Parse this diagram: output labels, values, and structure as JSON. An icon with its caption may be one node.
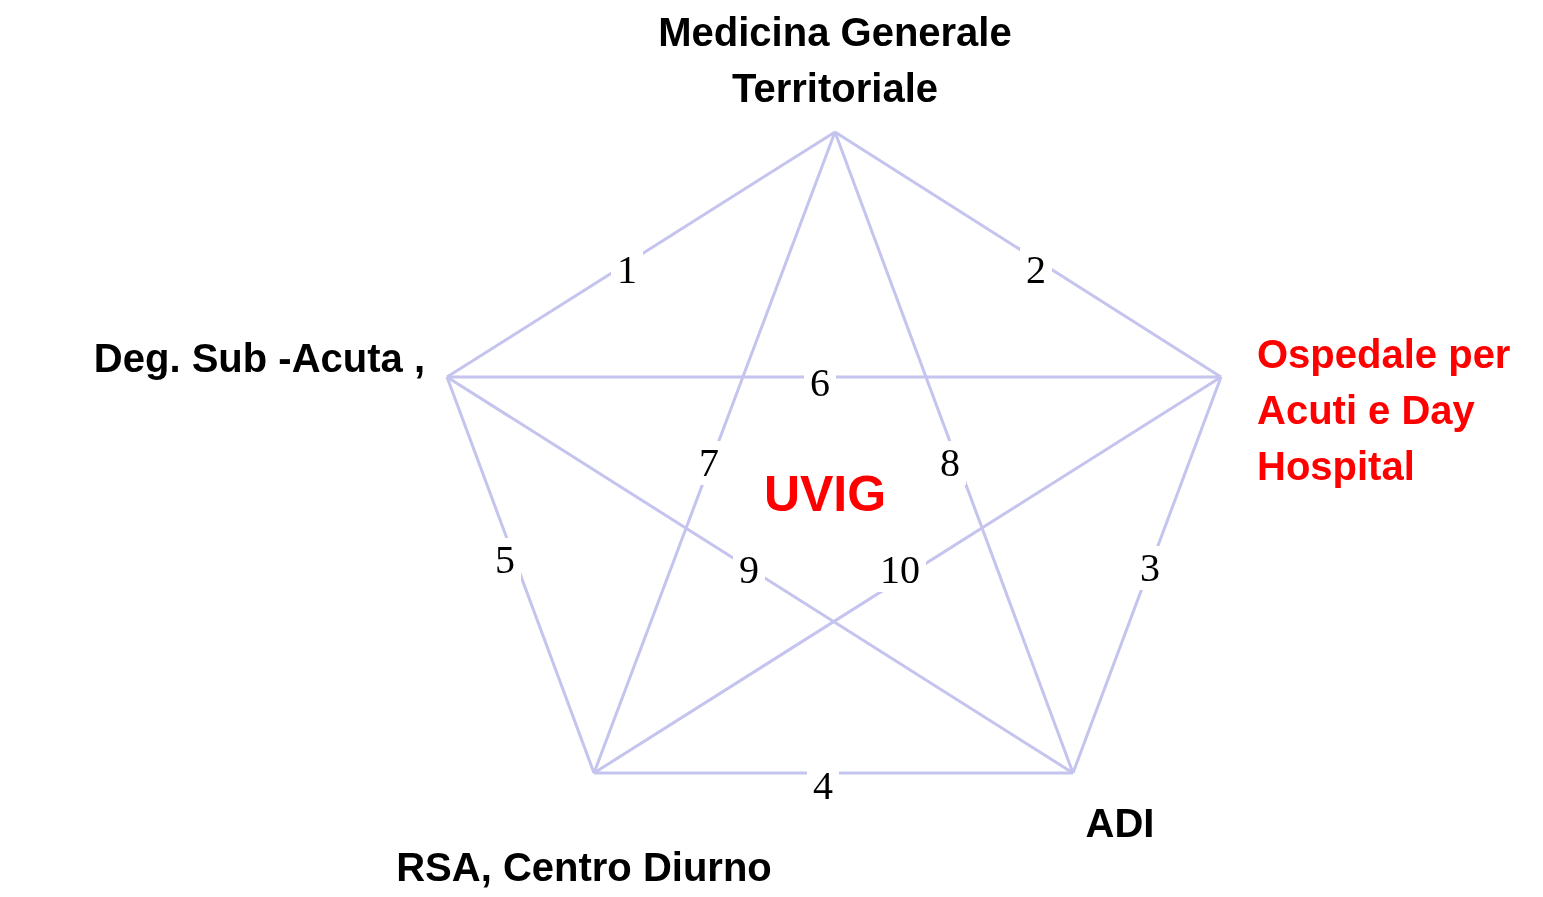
{
  "diagram": {
    "nodes": [
      {
        "text": [
          "Medicina Generale Territoriale"
        ]
      },
      {
        "text": [
          "Deg. Sub -Acuta ,"
        ]
      },
      {
        "text": [
          "Ospedale per Acuti e Day Hospital"
        ]
      },
      {
        "text": [
          "RSA, Centro Diurno"
        ]
      },
      {
        "text": [
          "ADI"
        ]
      }
    ],
    "edges": [
      {
        "from": 0,
        "to": 1,
        "arrow": "none",
        "label": "1"
      },
      {
        "from": 0,
        "to": 2,
        "arrow": "none",
        "label": "2"
      },
      {
        "from": 2,
        "to": 4,
        "arrow": "none",
        "label": "3"
      },
      {
        "from": 3,
        "to": 4,
        "arrow": "none",
        "label": "4"
      },
      {
        "from": 1,
        "to": 3,
        "arrow": "none",
        "label": "5"
      },
      {
        "from": 1,
        "to": 2,
        "arrow": "none",
        "label": "6"
      },
      {
        "from": 0,
        "to": 3,
        "arrow": "none",
        "label": "7"
      },
      {
        "from": 0,
        "to": 4,
        "arrow": "none",
        "label": "8"
      },
      {
        "from": 1,
        "to": 4,
        "arrow": "none",
        "label": "9"
      },
      {
        "from": 2,
        "to": 3,
        "arrow": "none",
        "label": "10"
      }
    ],
    "labels": [
      "UVIG"
    ]
  }
}
